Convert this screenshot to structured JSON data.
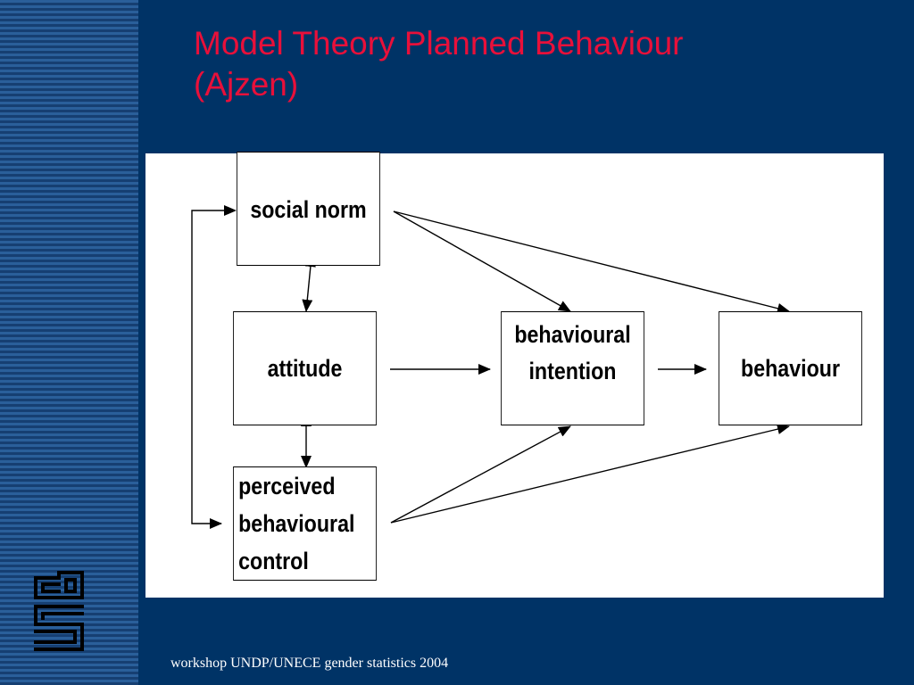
{
  "slide": {
    "title_line1": "Model Theory Planned Behaviour",
    "title_line2": "(Ajzen)",
    "footer": "workshop UNDP/UNECE gender statistics 2004",
    "colors": {
      "background": "#003366",
      "title": "#e8103a",
      "panel": "#ffffff",
      "footer": "#ffffff"
    }
  },
  "diagram": {
    "nodes": {
      "social_norm": "social norm",
      "attitude": "attitude",
      "intention_line1": "behavioural",
      "intention_line2": "intention",
      "behaviour": "behaviour",
      "pbc_line1": "perceived",
      "pbc_line2": "behavioural",
      "pbc_line3": "control"
    },
    "edges": [
      {
        "from": "attitude",
        "to": "behavioural intention"
      },
      {
        "from": "behavioural intention",
        "to": "behaviour"
      },
      {
        "from": "social norm",
        "to": "behavioural intention"
      },
      {
        "from": "social norm",
        "to": "behaviour"
      },
      {
        "from": "perceived behavioural control",
        "to": "behavioural intention"
      },
      {
        "from": "perceived behavioural control",
        "to": "behaviour"
      },
      {
        "from": "social norm",
        "to": "attitude",
        "bidirectional": true
      },
      {
        "from": "attitude",
        "to": "perceived behavioural control",
        "bidirectional": true
      },
      {
        "from": "social norm",
        "to": "perceived behavioural control",
        "bidirectional": true
      }
    ]
  },
  "logo": {
    "icon": "cbs-logo-icon"
  }
}
